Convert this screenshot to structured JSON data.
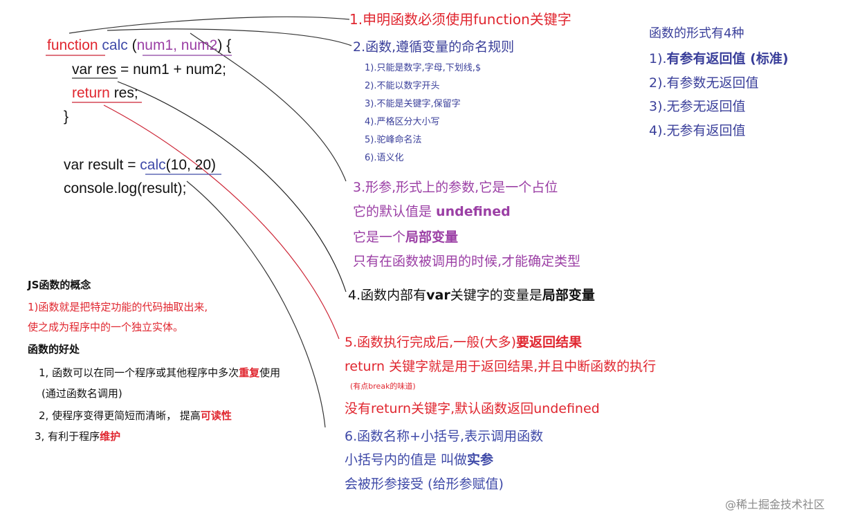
{
  "code": {
    "line1": {
      "kw": "function",
      "name": "calc",
      "open": "(",
      "params": "num1, num2",
      "close": ") {"
    },
    "line2": "var res = num1 + num2;",
    "line3": {
      "kw": "return",
      "rest": " res;"
    },
    "line4": "}",
    "line5": {
      "pre": "var result = ",
      "call": "calc",
      "args": "(10, 20)"
    },
    "line6": "console.log(result);"
  },
  "notes": {
    "n1": "1.申明函数必须使用function关键字",
    "n2": {
      "title": "2.函数,遵循变量的命名规则",
      "rules": [
        "1).只能是数字,字母,下划线,$",
        "2).不能以数字开头",
        "3).不能是关键字,保留字",
        "4).严格区分大小写",
        "5).驼峰命名法",
        "6).语义化"
      ]
    },
    "n3": {
      "line1": "3.形参,形式上的参数,它是一个占位",
      "line2_pre": "它的默认值是 ",
      "line2_bold": "undefined",
      "line3_pre": "它是一个",
      "line3_bold": "局部变量",
      "line4": "只有在函数被调用的时候,才能确定类型"
    },
    "n4": {
      "pre": "4.函数内部有",
      "bold1": "var",
      "mid": "关键字的变量是",
      "bold2": "局部变量"
    },
    "n5": {
      "line1_pre": "5.函数执行完成后,一般(大多)",
      "line1_bold": "要返回结果",
      "line2": "return 关键字就是用于返回结果,并且中断函数的执行",
      "line3": "(有点break的味道)",
      "line4": "没有return关键字,默认函数返回undefined"
    },
    "n6": {
      "line1": "6.函数名称+小括号,表示调用函数",
      "line2_pre": "小括号内的值是 叫做",
      "line2_bold": "实参",
      "line3": "会被形参接受 (给形参赋值)"
    }
  },
  "forms": {
    "title": "函数的形式有4种",
    "items": [
      {
        "pre": "1).",
        "bold": "有参有返回值 (标准)"
      },
      {
        "pre": "2).有参数无返回值",
        "bold": ""
      },
      {
        "pre": "3).无参无返回值",
        "bold": ""
      },
      {
        "pre": "4).无参有返回值",
        "bold": ""
      }
    ]
  },
  "concept": {
    "title": "JS函数的概念",
    "def1": "1)函数就是把特定功能的代码抽取出来,",
    "def2": "使之成为程序中的一个独立实体。",
    "benefits_title": "函数的好处",
    "b1_pre": "1, 函数可以在同一个程序或其他程序中多次",
    "b1_bold": "重复",
    "b1_post": "使用",
    "b1_sub": "(通过函数名调用)",
    "b2_pre": "2, 使程序变得更简短而清晰，  提高",
    "b2_bold": "可读性",
    "b3_pre": "3, 有利于程序",
    "b3_bold": "维护"
  },
  "watermark": "@稀土掘金技术社区"
}
